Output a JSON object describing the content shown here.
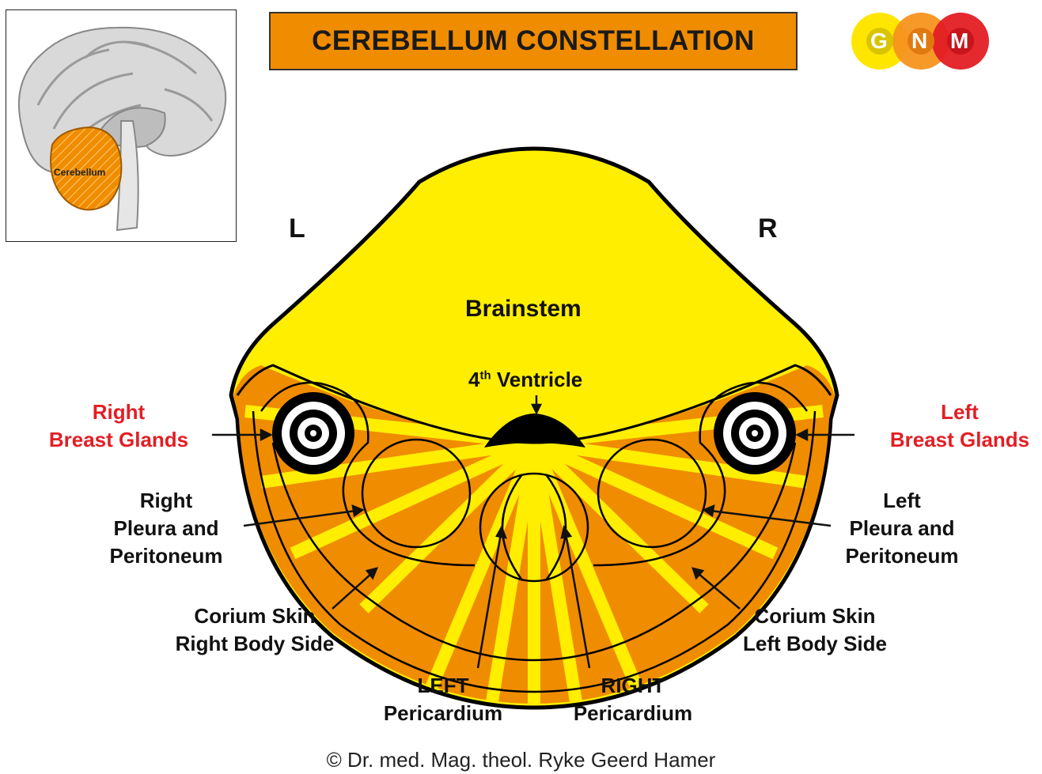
{
  "title": "CEREBELLUM CONSTELLATION",
  "logo": {
    "letters": [
      "G",
      "N",
      "M"
    ],
    "colors": [
      "#ffe600",
      "#f7941d",
      "#e31e24"
    ]
  },
  "inset": {
    "label": "Cerebellum"
  },
  "sides": {
    "left": "L",
    "right": "R"
  },
  "regions": {
    "brainstem": "Brainstem",
    "ventricle_num": "4",
    "ventricle_sup": "th",
    "ventricle_word": " Ventricle"
  },
  "labels": {
    "right_breast": [
      "Right",
      "Breast Glands"
    ],
    "left_breast": [
      "Left",
      "Breast Glands"
    ],
    "right_pleura": [
      "Right",
      "Pleura and",
      "Peritoneum"
    ],
    "left_pleura": [
      "Left",
      "Pleura and",
      "Peritoneum"
    ],
    "right_corium": [
      "Corium Skin",
      "Right Body Side"
    ],
    "left_corium": [
      "Corium Skin",
      "Left Body Side"
    ],
    "left_pericardium": [
      "LEFT",
      "Pericardium"
    ],
    "right_pericardium": [
      "RIGHT",
      "Pericardium"
    ]
  },
  "copyright": "© Dr. med. Mag. theol. Ryke Geerd Hamer",
  "colors": {
    "title_bg": "#f08c00",
    "yellow": "#ffee00",
    "orange": "#f08c00",
    "red": "#e31e24"
  }
}
